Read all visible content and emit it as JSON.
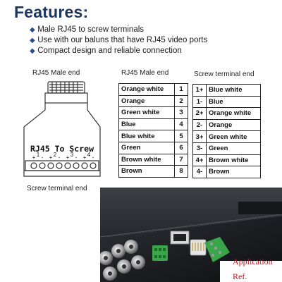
{
  "title": "Features:",
  "features": [
    "Male RJ45 to screw terminals",
    "Use with our baluns that have RJ45 video ports",
    "Compact design and reliable connection"
  ],
  "diagram": {
    "top_label": "RJ45 Male end",
    "plug_text": "RJ45 To Screw",
    "terminal_signs": [
      "+",
      "-",
      "+",
      "-",
      "+",
      "-",
      "+",
      "-"
    ],
    "terminal_numbers": [
      "1",
      "2",
      "3",
      "4"
    ],
    "bottom_label": "Screw terminal end"
  },
  "rj45_table": {
    "header": "RJ45 Male end",
    "rows": [
      {
        "color": "Orange white",
        "pin": "1"
      },
      {
        "color": "Orange",
        "pin": "2"
      },
      {
        "color": "Green white",
        "pin": "3"
      },
      {
        "color": "Blue",
        "pin": "4"
      },
      {
        "color": "Blue white",
        "pin": "5"
      },
      {
        "color": "Green",
        "pin": "6"
      },
      {
        "color": "Brown white",
        "pin": "7"
      },
      {
        "color": "Brown",
        "pin": "8"
      }
    ]
  },
  "screw_table": {
    "header": "Screw terminal end",
    "rows": [
      {
        "term": "1+",
        "color": "Blue white"
      },
      {
        "term": "1-",
        "color": "Blue"
      },
      {
        "term": "2+",
        "color": "Orange white"
      },
      {
        "term": "2-",
        "color": "Orange"
      },
      {
        "term": "3+",
        "color": "Green white"
      },
      {
        "term": "3-",
        "color": "Green"
      },
      {
        "term": "4+",
        "color": "Brown white"
      },
      {
        "term": "4-",
        "color": "Brown"
      }
    ]
  },
  "photo": {
    "caption_line1": "Application",
    "caption_line2": "Ref."
  },
  "colors": {
    "title": "#1e3560",
    "bullet": "#2b4d8c",
    "caption_red": "#c1121f",
    "terminal_green": "#3aa64a"
  }
}
